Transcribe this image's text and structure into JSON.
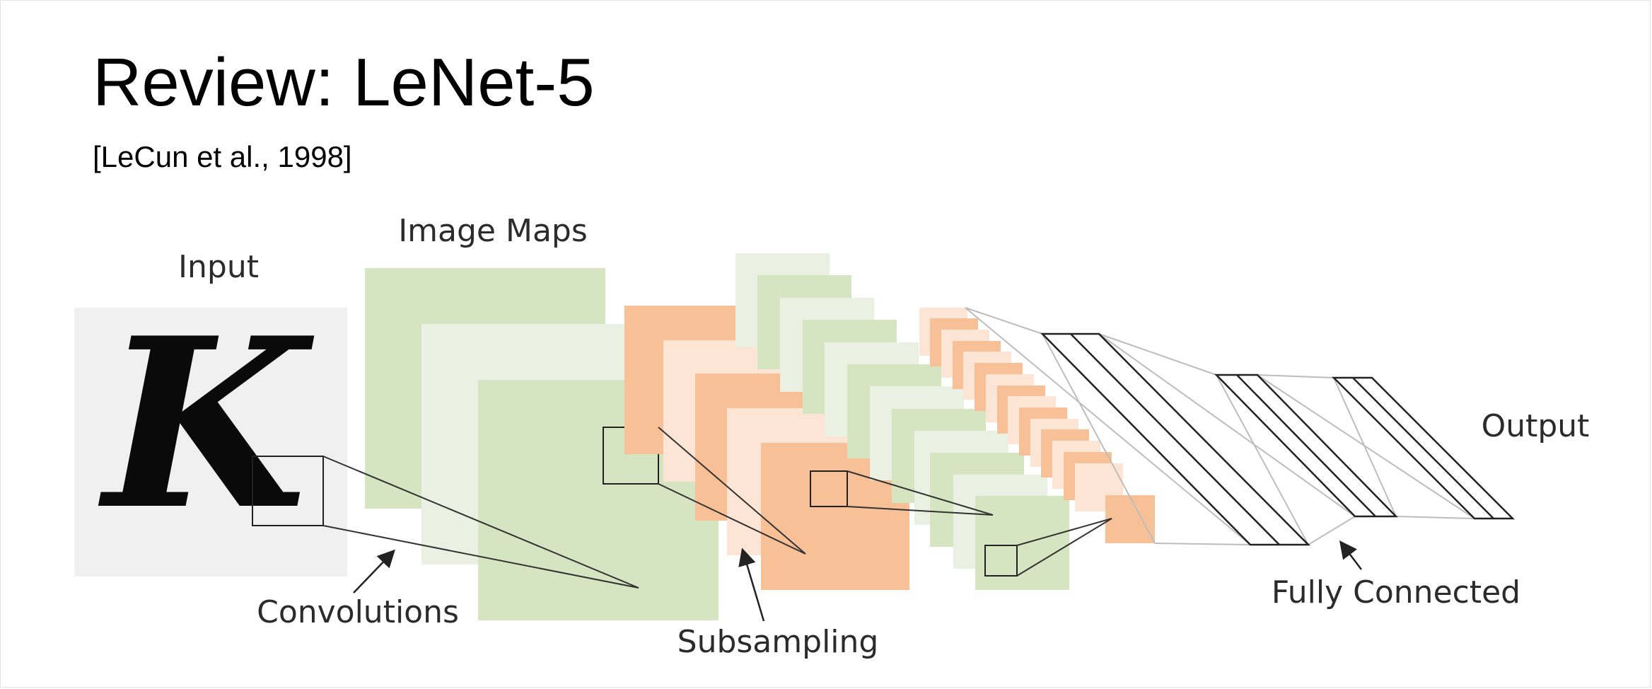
{
  "slide": {
    "title": "Review: LeNet-5",
    "citation": "[LeCun et al., 1998]"
  },
  "diagram": {
    "input_glyph": "K",
    "labels": {
      "input": "Input",
      "image_maps": "Image Maps",
      "convolutions": "Convolutions",
      "subsampling": "Subsampling",
      "fully_connected": "Fully Connected",
      "output": "Output"
    },
    "colors": {
      "green": "#d6e5c1",
      "green_light": "#ebf1e2",
      "orange": "#f8c096",
      "orange_light": "#fce5d5",
      "input_bg": "#f0f0f0"
    }
  }
}
